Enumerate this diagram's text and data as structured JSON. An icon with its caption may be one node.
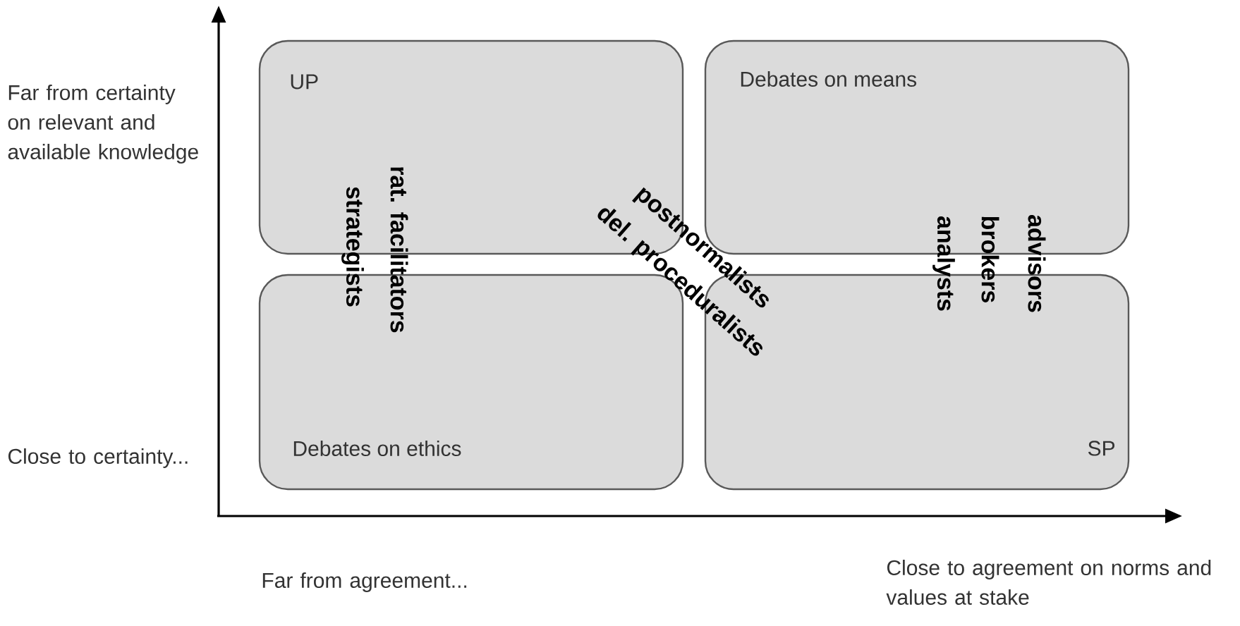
{
  "diagram": {
    "nodes": [
      {
        "text": [
          "UP"
        ]
      },
      {
        "text": [
          "Debates on means"
        ]
      },
      {
        "text": [
          "Debates on ethics"
        ]
      },
      {
        "text": [
          "SP"
        ]
      }
    ],
    "labels": [
      "Far from certainty on relevant and available knowledge",
      "Close to certainty...",
      "rat. facilitators",
      "strategists",
      "postnormalists",
      "del. proceduralists",
      "advisors",
      "brokers",
      "analysts",
      "Far from agreement...",
      "Close to agreement on norms and values at stake"
    ]
  }
}
